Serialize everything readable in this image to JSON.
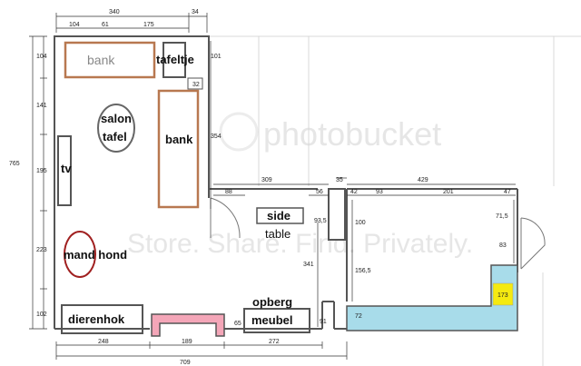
{
  "watermark": {
    "brand": "photobucket",
    "slogan": "Store. Share. Find. Privately."
  },
  "colors": {
    "wall": "#555555",
    "bank_outline": "#b87850",
    "dog_bed_outline": "#a02020",
    "dierenhok_fill": "#f4a6b8",
    "counter_fill": "#a8dcea",
    "appliance_fill": "#f5ea10"
  },
  "furniture": {
    "bank_top": "bank",
    "tafeltje": "tafeltje",
    "salon_tafel_line1": "salon",
    "salon_tafel_line2": "tafel",
    "bank_right": "bank",
    "tv": "tv",
    "mand_hond": "mand hond",
    "dierenhok": "dierenhok",
    "opberg_meubel_line1": "opberg",
    "opberg_meubel_line2": "meubel",
    "side_table_line1": "side",
    "side_table_line2": "table",
    "appliance": "173"
  },
  "dimensions": {
    "top_total": "340",
    "top_right": "34",
    "top_seg1": "104",
    "top_seg2": "61",
    "top_seg3": "175",
    "left_total": "765",
    "left_seg1": "104",
    "left_seg2": "141",
    "left_seg3": "195",
    "left_seg4": "223",
    "left_seg5": "102",
    "tafeltje_h": "101",
    "tafeltje_gap": "32",
    "room_right_h": "354",
    "hall_len": "309",
    "hall_door": "88",
    "hall_side": "56",
    "hall_gap": "35",
    "hall_height": "93,5",
    "mid_height": "341",
    "bottom_total": "709",
    "bottom_seg1": "248",
    "bottom_seg2": "189",
    "bottom_seg3": "272",
    "dierenhok_h": "65",
    "meubel_h": "91",
    "kitchen_total": "429",
    "kitchen_seg1": "42",
    "kitchen_seg2": "93",
    "kitchen_seg3": "201",
    "kitchen_seg4": "47",
    "kitchen_v1": "100",
    "kitchen_v2": "156,5",
    "kitchen_v3": "72",
    "kitchen_right1": "71,5",
    "kitchen_right2": "83"
  }
}
